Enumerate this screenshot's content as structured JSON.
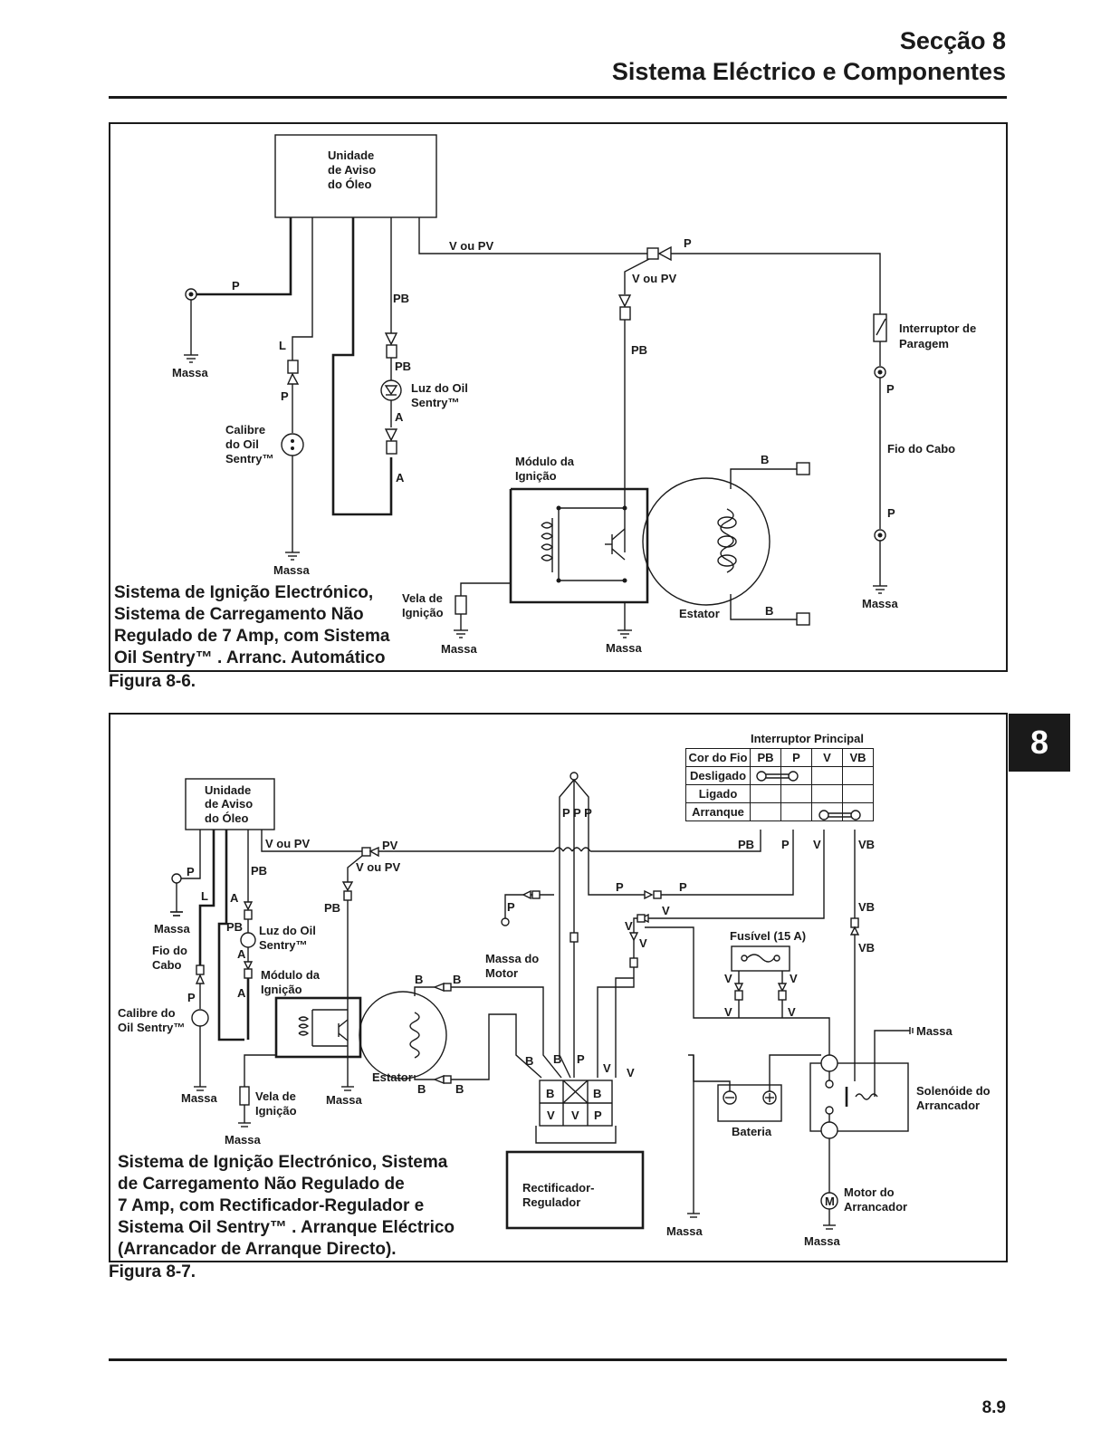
{
  "header": {
    "section": "Secção 8",
    "title": "Sistema Eléctrico e Componentes"
  },
  "tab": "8",
  "page_number": "8.9",
  "fig6": {
    "label": "Figura 8-6.",
    "caption": [
      "Sistema de Ignição Electrónico,",
      "Sistema de Carregamento Não",
      "Regulado de 7 Amp, com Sistema",
      "Oil Sentry™ . Arranc. Automático"
    ],
    "unit": [
      "Unidade",
      "de Aviso",
      "do Óleo"
    ],
    "wire_v_ou_pv": "V ou PV",
    "wire_v_ou_pv2": "V ou PV",
    "wire_p_top": "P",
    "wire_p_left": "P",
    "wire_pb1": "PB",
    "wire_pb2": "PB",
    "wire_pb3": "PB",
    "wire_l": "L",
    "wire_p2": "P",
    "wire_a1": "A",
    "wire_a2": "A",
    "wire_b1": "B",
    "wire_b2": "B",
    "wire_p3": "P",
    "wire_p4": "P",
    "massa1": "Massa",
    "massa2": "Massa",
    "massa3": "Massa",
    "massa4": "Massa",
    "massa5": "Massa",
    "calibre": [
      "Calibre",
      "do Oil",
      "Sentry™"
    ],
    "luz": [
      "Luz do Oil",
      "Sentry™"
    ],
    "modulo": [
      "Módulo da",
      "Ignição"
    ],
    "vela": [
      "Vela de",
      "Ignição"
    ],
    "estator": "Estator",
    "interruptor": [
      "Interruptor de",
      "Paragem"
    ],
    "fio_cabo": "Fio do Cabo"
  },
  "fig7": {
    "label": "Figura 8-7.",
    "caption": [
      "Sistema de Ignição Electrónico, Sistema",
      "de Carregamento Não Regulado de",
      "7 Amp, com Rectificador-Regulador e",
      "Sistema Oil Sentry™ . Arranque Eléctrico",
      "(Arrancador de Arranque Directo)."
    ],
    "unit": [
      "Unidade",
      "de Aviso",
      "do Óleo"
    ],
    "switch_table": {
      "title": "Interruptor Principal",
      "header": [
        "Cor do Fio",
        "PB",
        "P",
        "V",
        "VB"
      ],
      "rows": [
        "Desligado",
        "Ligado",
        "Arranque"
      ]
    },
    "labels": {
      "v_ou_pv": "V ou PV",
      "pv": "PV",
      "v_ou_pv2": "V ou PV",
      "p1": "P",
      "pb1": "PB",
      "l": "L",
      "a1": "A",
      "pb2": "PB",
      "pb3": "PB",
      "a2": "A",
      "a3": "A",
      "p2": "P",
      "ppp": "P  P  P",
      "pb_sw": "PB",
      "p_sw": "P",
      "v_sw": "V",
      "vb_sw": "VB",
      "p3": "P",
      "p4": "P",
      "p5": "P",
      "v1": "V",
      "v2": "V",
      "v3": "V",
      "vb2": "VB",
      "vb3": "VB",
      "b1": "B",
      "b2": "B",
      "b3": "B",
      "b4": "B",
      "b5": "B",
      "b6": "B",
      "p6": "P",
      "v4": "V",
      "v5": "V",
      "v6": "V",
      "v7": "V",
      "v8": "V",
      "v9": "V",
      "rr_b1": "B",
      "rr_b2": "B",
      "rr_v1": "V",
      "rr_v2": "V",
      "rr_p": "P"
    },
    "massa_top": "Massa",
    "fio_cabo": [
      "Fio do",
      "Cabo"
    ],
    "calibre": [
      "Calibre do",
      "Oil Sentry™"
    ],
    "luz": [
      "Luz do Oil",
      "Sentry™"
    ],
    "modulo": [
      "Módulo da",
      "Ignição"
    ],
    "massa_calibre": "Massa",
    "vela": [
      "Vela de",
      "Ignição"
    ],
    "massa_vela": "Massa",
    "massa_modulo": "Massa",
    "estator": "Estator",
    "massa_motor": [
      "Massa do",
      "Motor"
    ],
    "fusivel": "Fusível (15 A)",
    "massa_right": "Massa",
    "solenoide": [
      "Solenóide do",
      "Arrancador"
    ],
    "bateria": "Bateria",
    "rectificador": [
      "Rectificador-",
      "Regulador"
    ],
    "massa_rect": "Massa",
    "motor": [
      "Motor do",
      "Arrancador"
    ],
    "motor_symbol": "M",
    "massa_motor_arr": "Massa"
  }
}
